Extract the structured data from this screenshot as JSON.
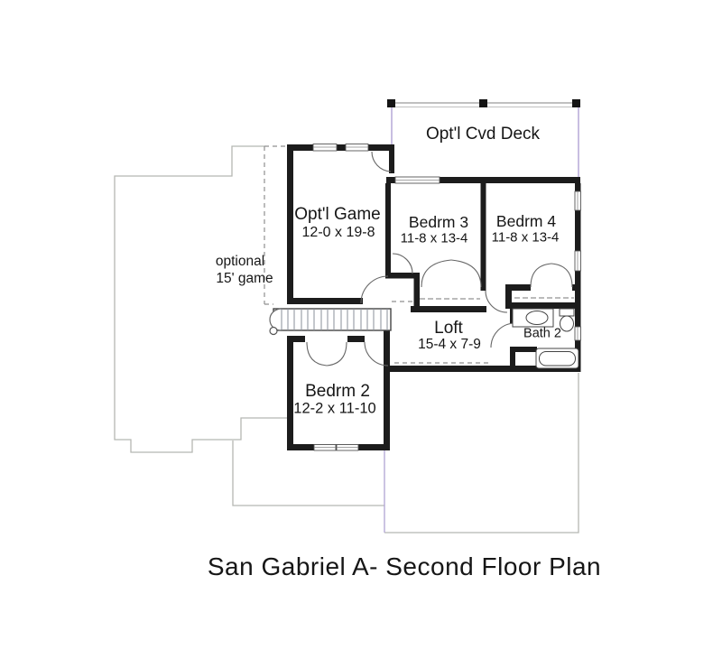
{
  "title": "San Gabriel A- Second Floor Plan",
  "deck": {
    "name": "Opt'l Cvd Deck"
  },
  "rooms": {
    "game": {
      "name": "Opt'l Game",
      "dims": "12-0 x 19-8"
    },
    "bedrm3": {
      "name": "Bedrm 3",
      "dims": "11-8 x 13-4"
    },
    "bedrm4": {
      "name": "Bedrm 4",
      "dims": "11-8 x 13-4"
    },
    "loft": {
      "name": "Loft",
      "dims": "15-4 x 7-9"
    },
    "bath2": {
      "name": "Bath 2"
    },
    "bedrm2": {
      "name": "Bedrm 2",
      "dims": "12-2 x 11-10"
    }
  },
  "annotations": {
    "optional_game": {
      "line1": "optional",
      "line2": "15' game"
    }
  },
  "fixtures": [
    "stairs",
    "sink-icon",
    "toilet-icon",
    "bathtub-icon"
  ],
  "colors": {
    "wall": "#1c1c1c",
    "first_floor_outline": "#b5b7b2",
    "accent_purple": "#b1a3d4",
    "stair_hatch": "#8a8f9a"
  }
}
